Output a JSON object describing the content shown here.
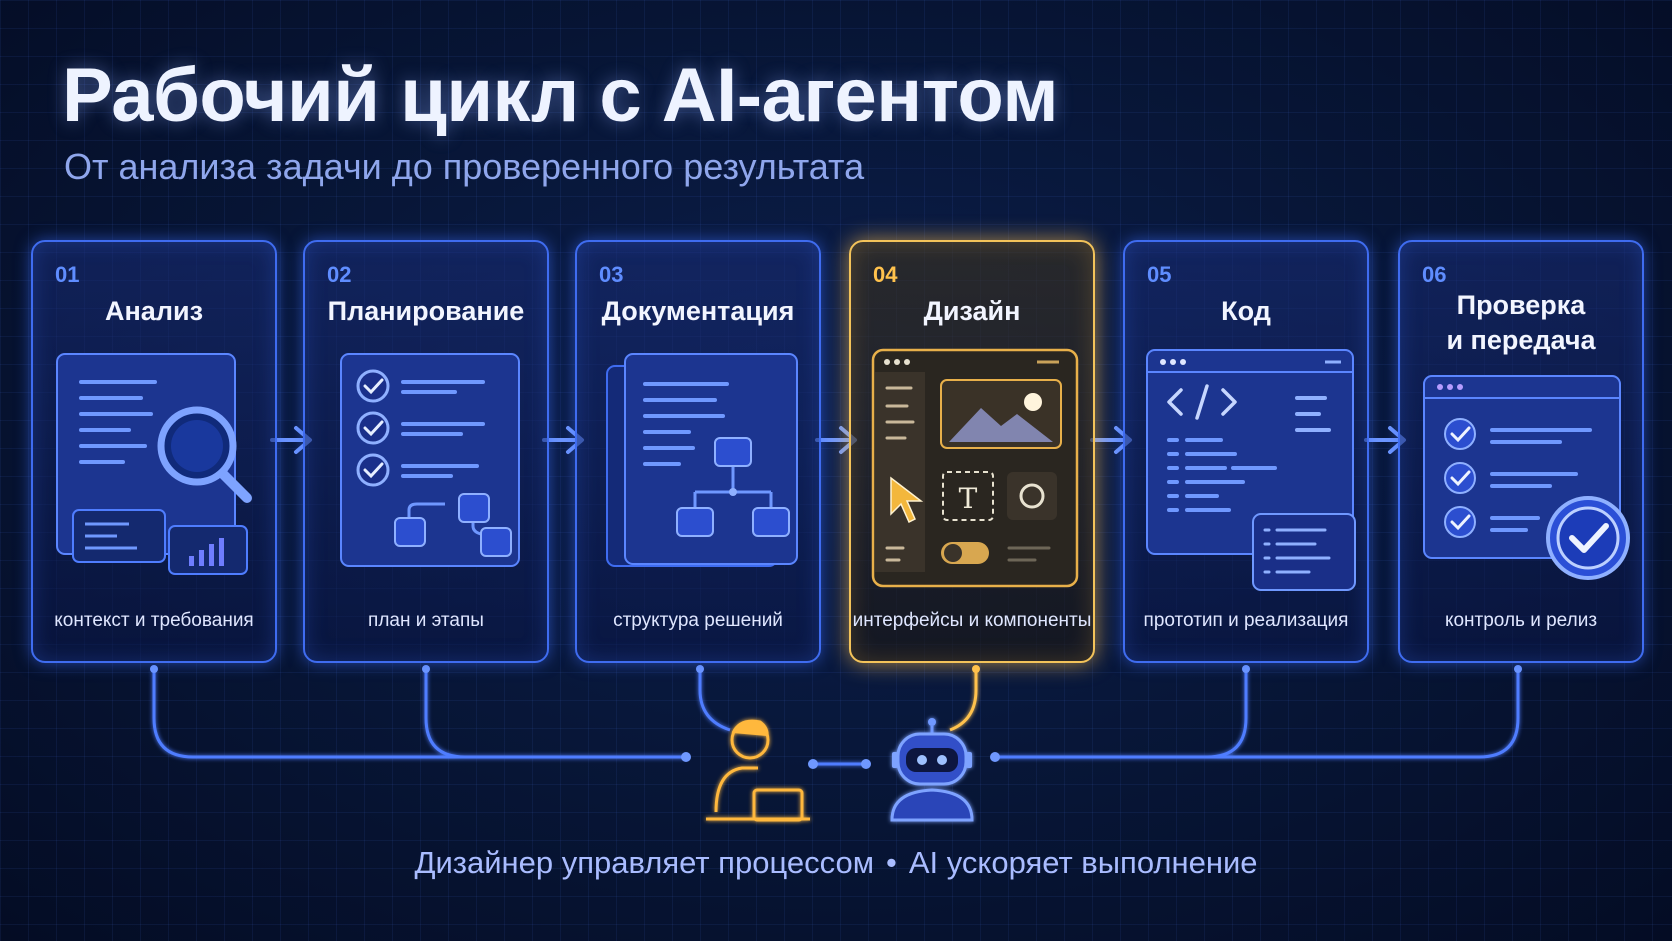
{
  "title": "Рабочий цикл с AI-агентом",
  "subtitle": "От анализа задачи до проверенного результата",
  "steps": [
    {
      "number": "01",
      "name": "Анализ",
      "description": "контекст и требования"
    },
    {
      "number": "02",
      "name": "Планирование",
      "description": "план и этапы"
    },
    {
      "number": "03",
      "name": "Документация",
      "description": "структура решений"
    },
    {
      "number": "04",
      "name": "Дизайн",
      "description": "интерфейсы и компоненты",
      "highlighted": true
    },
    {
      "number": "05",
      "name": "Код",
      "description": "прототип и реализация"
    },
    {
      "number": "06",
      "name_line1": "Проверка",
      "name_line2": "и передача",
      "description": "контроль и релиз"
    }
  ],
  "design_text_tool": "T",
  "footer": {
    "left": "Дизайнер управляет процессом",
    "separator": "•",
    "right": "AI ускоряет выполнение"
  },
  "colors": {
    "accent_blue": "#3f6cf0",
    "accent_gold": "#f3c35a",
    "background": "#071535"
  },
  "icons": [
    "magnifier-icon",
    "checklist-icon",
    "org-chart-icon",
    "design-canvas-icon",
    "code-icon",
    "check-badge-icon",
    "designer-icon",
    "robot-icon"
  ]
}
